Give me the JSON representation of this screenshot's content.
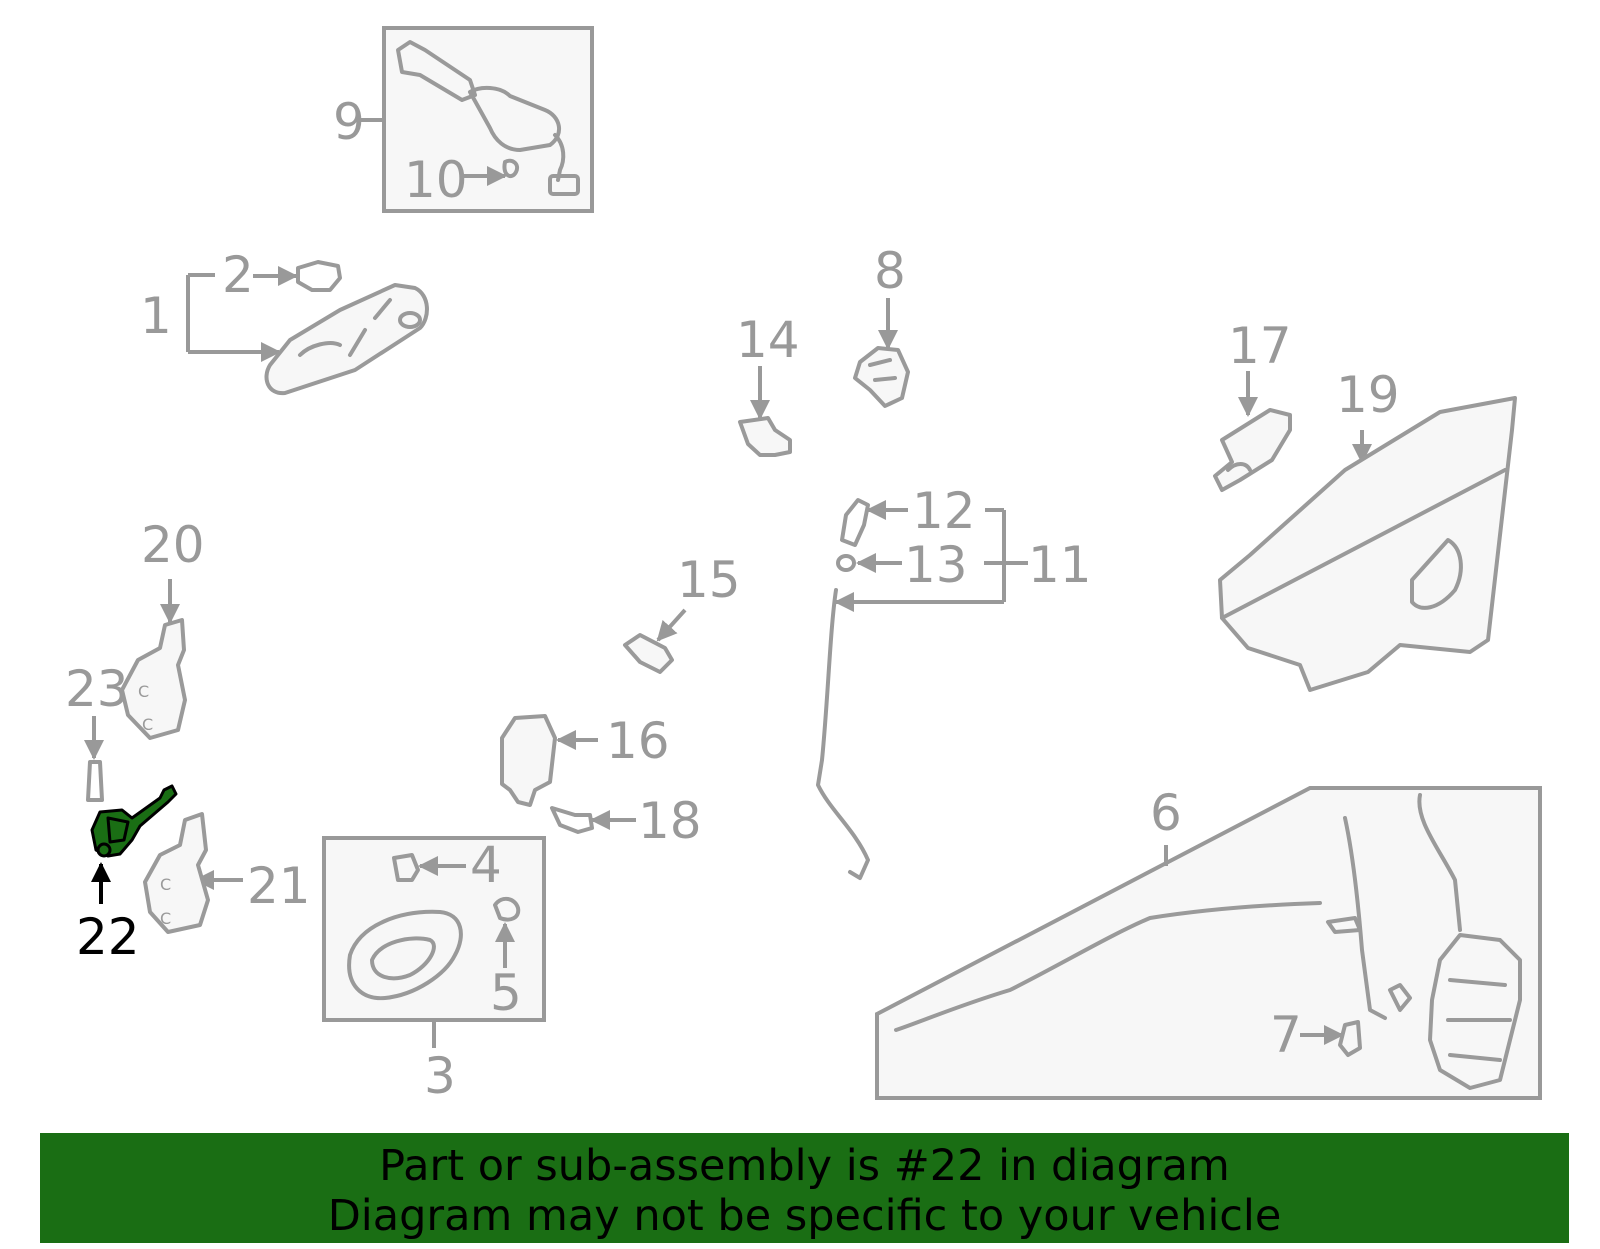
{
  "diagram": {
    "highlight_color": "#1a6e14",
    "line_color": "#999999",
    "highlighted_part": "22",
    "labels": [
      "1",
      "2",
      "3",
      "4",
      "5",
      "6",
      "7",
      "8",
      "9",
      "10",
      "11",
      "12",
      "13",
      "14",
      "15",
      "16",
      "17",
      "18",
      "19",
      "20",
      "21",
      "22",
      "23"
    ]
  },
  "banner": {
    "line1": "Part or sub-assembly is #22 in diagram",
    "line2": "Diagram may not be specific to your vehicle"
  }
}
